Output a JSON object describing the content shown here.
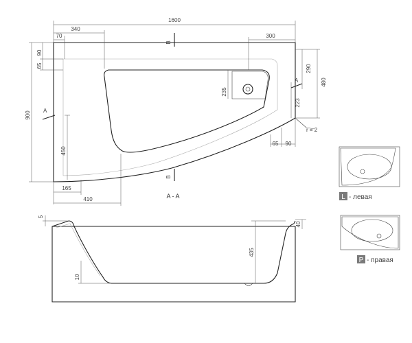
{
  "top_view": {
    "dims": {
      "total_length": "1600",
      "left_offset_340": "340",
      "left_offset_70": "70",
      "right_offset_300": "300",
      "left_height_90": "90",
      "left_height_65": "65",
      "left_height_900": "900",
      "inner_450": "450",
      "bottom_165": "165",
      "bottom_410": "410",
      "drain_235": "235",
      "right_290": "290",
      "right_480": "480",
      "right_223": "223",
      "bottom_65": "65",
      "bottom_90": "90",
      "radius": "r = 2"
    },
    "section_marks": {
      "b_top": "B",
      "b_bottom": "B",
      "a_left": "A",
      "a_right": "A"
    },
    "section_caption": "A - A"
  },
  "side_view": {
    "dims": {
      "d5": "5",
      "d435": "435",
      "d10": "10",
      "d40": "40"
    }
  },
  "legend": {
    "left": {
      "letter": "L",
      "label": " - левая"
    },
    "right": {
      "letter": "P",
      "label": " - правая"
    }
  },
  "colors": {
    "line": "#222222",
    "dimension": "#555555",
    "legend_box": "#7a7a7a",
    "shade": "#e9e9e9"
  }
}
